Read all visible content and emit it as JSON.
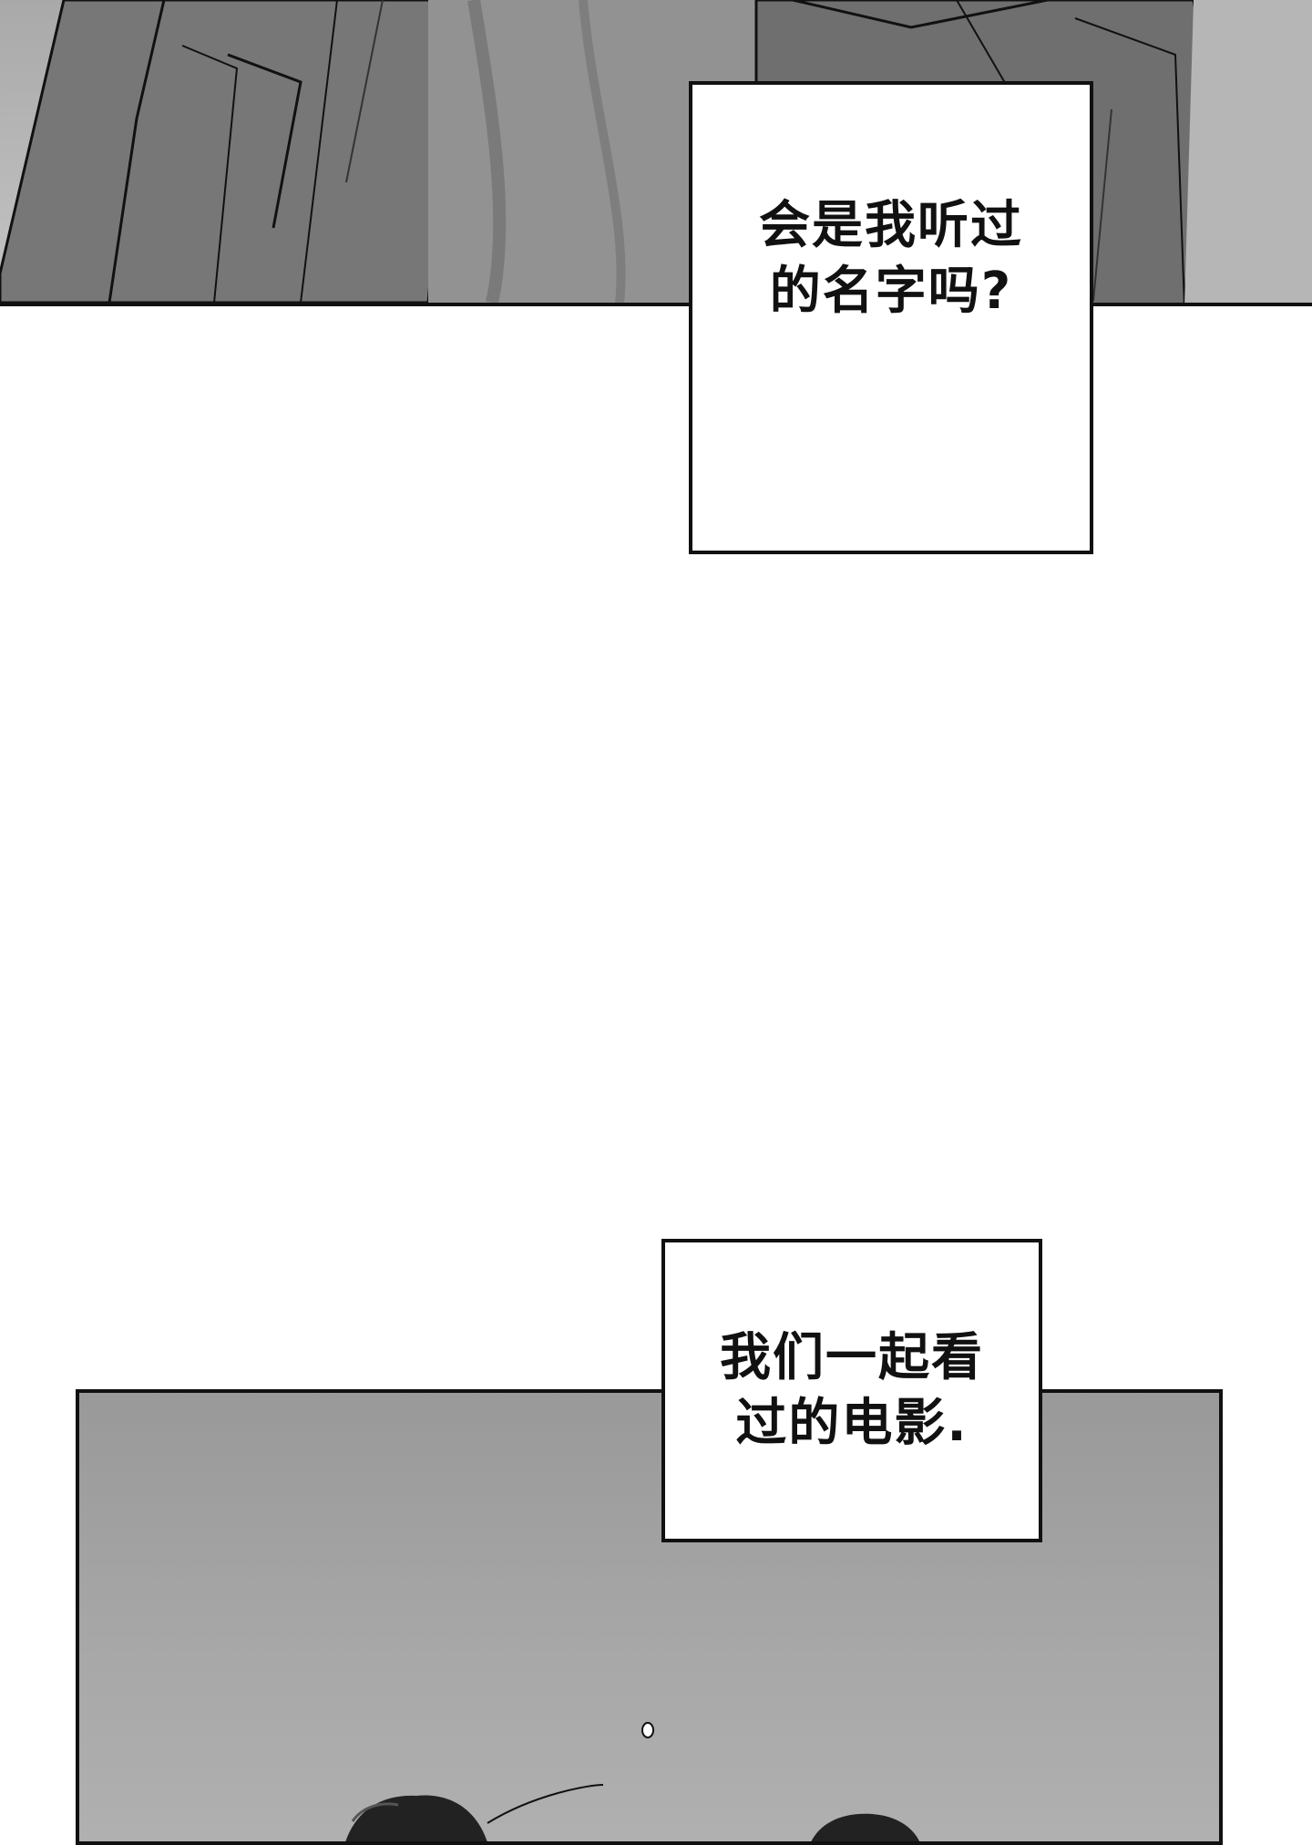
{
  "captions": {
    "first": {
      "line1": "会是我听过",
      "line2": "的名字吗?"
    },
    "second": {
      "line1": "我们一起看",
      "line2": "过的电影."
    }
  },
  "colors": {
    "panel_top": "#b4b4b4",
    "panel_bottom": "#9e9e9e",
    "ink": "#111111",
    "caption_bg": "#ffffff"
  }
}
